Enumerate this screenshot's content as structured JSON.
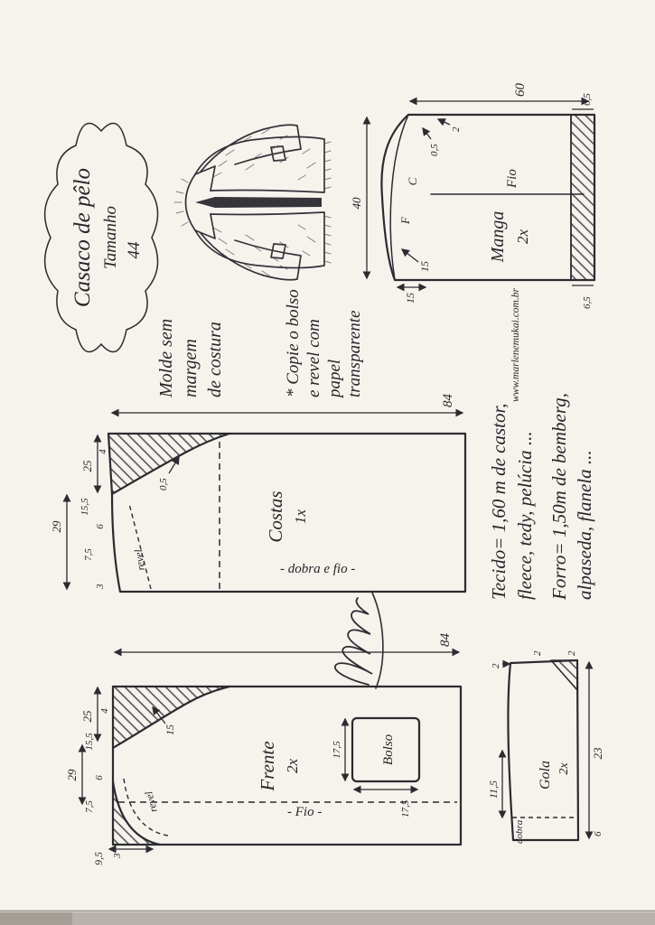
{
  "colors": {
    "ink": "#2b2b30",
    "paper": "#f6f3ec",
    "scan_edge": "#b7b3ac"
  },
  "title": {
    "line1": "Casaco de pêlo",
    "line2": "Tamanho",
    "line3": "44"
  },
  "notes": {
    "molde": {
      "l1": "Molde sem",
      "l2": "margem",
      "l3": "de costura"
    },
    "copy": {
      "l1": "* Copie o bolso",
      "l2": "e revel com",
      "l3": "papel",
      "l4": "transparente"
    },
    "url": "www.marlenemukai.com.br",
    "fabric": {
      "l1": "Tecido= 1,60 m de castor,",
      "l2": "fleece, tedy, pelúcia ...",
      "l3": "Forro= 1,50m de bemberg,",
      "l4": "alpaseda, flanela ..."
    }
  },
  "manga": {
    "name": "Manga",
    "qty": "2x",
    "grain": "Fio",
    "back_mark": "C",
    "front_mark": "F",
    "len": "60",
    "width": "40",
    "hem_l": "6,5",
    "hem_r": "6,5",
    "cap_a": "15",
    "cap_b": "15",
    "ease": "0,5",
    "notch": "2"
  },
  "costas": {
    "name": "Costas",
    "qty": "1x",
    "fold_label": "- dobra e fio -",
    "facing": "revel",
    "len": "84",
    "shoulder_w": "25",
    "width": "29",
    "neck_w": "15,5",
    "d7_5": "7,5",
    "d6": "6",
    "d4": "4",
    "d3": "3",
    "d0_5": "0,5"
  },
  "frente": {
    "name": "Frente",
    "qty": "2x",
    "grain": "- Fio -",
    "facing": "revel",
    "len": "84",
    "shoulder_w": "25",
    "width": "29",
    "neck_w": "15,5",
    "d7_5": "7,5",
    "d9_5": "9,5",
    "d6": "6",
    "d4": "4",
    "d3": "3",
    "d15": "15",
    "pocket": {
      "label": "Bolso",
      "w": "17,5",
      "h": "17,5"
    }
  },
  "gola": {
    "name": "Gola",
    "qty": "2x",
    "fold": "dobra",
    "len": "23",
    "half": "11,5",
    "end_a": "2",
    "end_b": "2",
    "end_c": "2",
    "d6": "6"
  }
}
